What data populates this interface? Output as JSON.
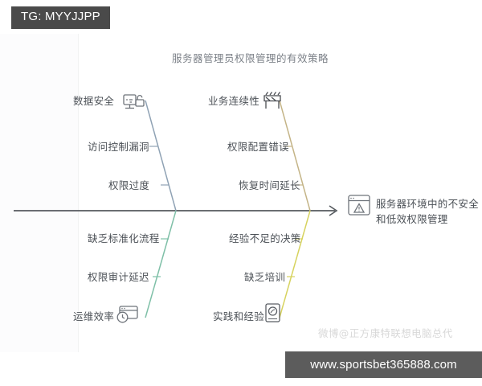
{
  "watermarks": {
    "tg_badge": "TG: MYYJJPP",
    "url_bar": "www.sportsbet365888.com",
    "weibo": "微博@正方康特联想电脑总代"
  },
  "diagram": {
    "type": "fishbone",
    "title": "服务器管理员权限管理的有效策略",
    "effect": {
      "text": "服务器环境中的不安全和低效权限管理",
      "icon": "warning-window-icon"
    },
    "branches": [
      {
        "id": "data-security",
        "position": "upper-left",
        "category": "数据安全",
        "icon": "monitor-lock-icon",
        "color": "#8fa2b4",
        "causes": [
          "访问控制漏洞",
          "权限过度"
        ]
      },
      {
        "id": "business-continuity",
        "position": "upper-right",
        "category": "业务连续性",
        "icon": "barrier-icon",
        "color": "#c4b487",
        "causes": [
          "权限配置错误",
          "恢复时间延长"
        ]
      },
      {
        "id": "ops-efficiency",
        "position": "lower-left",
        "category": "运维效率",
        "icon": "window-clock-icon",
        "color": "#7fc0a8",
        "causes": [
          "缺乏标准化流程",
          "权限审计延迟"
        ]
      },
      {
        "id": "practice-experience",
        "position": "lower-right",
        "category": "实践和经验",
        "icon": "device-book-icon",
        "color": "#d7d35f",
        "causes": [
          "经验不足的决策",
          "缺乏培训"
        ]
      }
    ],
    "spine": {
      "color": "#55595e",
      "arrow": "arrow-right"
    }
  }
}
